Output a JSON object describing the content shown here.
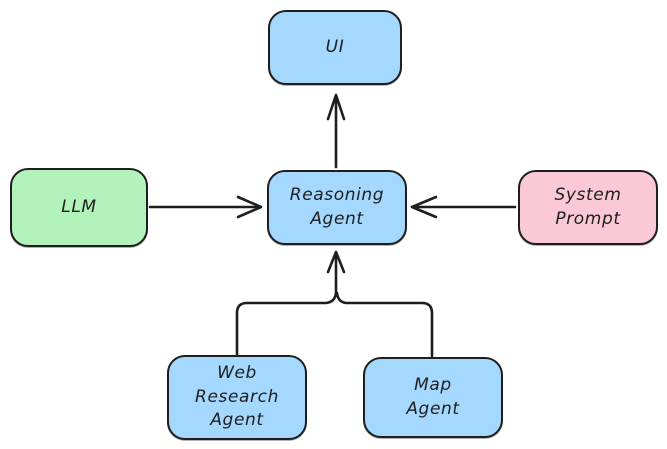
{
  "diagram": {
    "background": "#ffffff",
    "stroke_color": "#1e1e1e",
    "nodes": {
      "ui": {
        "label": "UI",
        "fill": "#a5d8ff"
      },
      "llm": {
        "label": "LLM",
        "fill": "#b2f2bb"
      },
      "reasoning": {
        "label": "Reasoning\nAgent",
        "fill": "#a5d8ff"
      },
      "system": {
        "label": "System\nPrompt",
        "fill": "#fbc8d5"
      },
      "web": {
        "label": "Web\nResearch\nAgent",
        "fill": "#a5d8ff"
      },
      "map": {
        "label": "Map\nAgent",
        "fill": "#a5d8ff"
      }
    },
    "edges": [
      {
        "from": "LLM",
        "to": "Reasoning Agent"
      },
      {
        "from": "System Prompt",
        "to": "Reasoning Agent"
      },
      {
        "from": "Reasoning Agent",
        "to": "UI"
      },
      {
        "from": "Web Research Agent",
        "to": "Reasoning Agent"
      },
      {
        "from": "Map Agent",
        "to": "Reasoning Agent"
      }
    ]
  }
}
